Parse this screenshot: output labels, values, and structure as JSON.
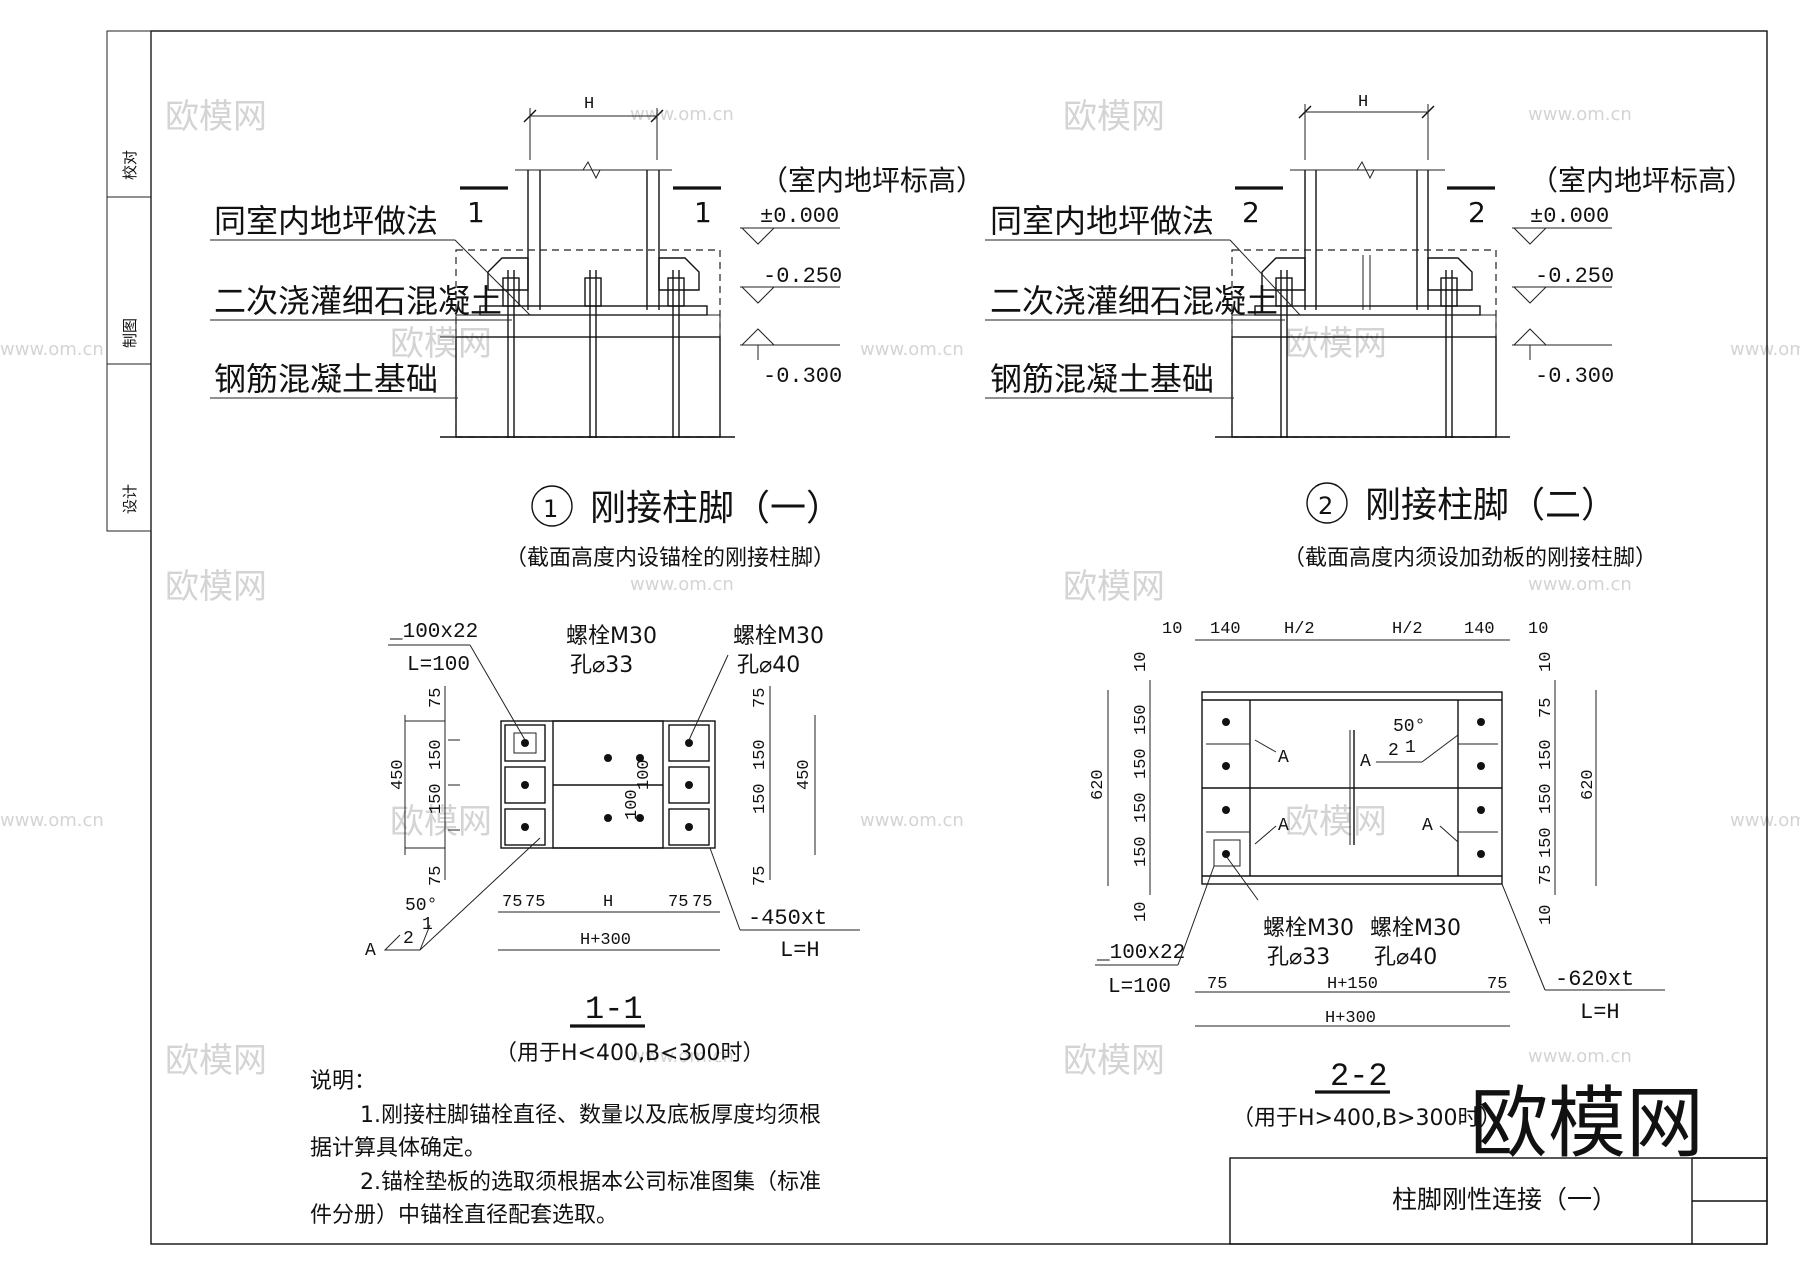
{
  "watermark": {
    "text": "欧模网",
    "url": "www.om.cn",
    "logo": "欧模网"
  },
  "side_tags": {
    "check": "校对",
    "draw": "制图",
    "design": "设计"
  },
  "title_block": {
    "title": "柱脚刚性连接（一）"
  },
  "elevation1": {
    "dim_top": "H",
    "section_mark_left": "1",
    "section_mark_right": "1",
    "floor_note": "（室内地坪标高）",
    "lev_0": "±0.000",
    "lev_250": "-0.250",
    "lev_300": "-0.300",
    "label_floor": "同室内地坪做法",
    "label_grout": "二次浇灌细石混凝土",
    "label_base": "钢筋混凝土基础",
    "num": "1",
    "title": "刚接柱脚（一）",
    "subtitle": "（截面高度内设锚栓的刚接柱脚）"
  },
  "elevation2": {
    "dim_top": "H",
    "section_mark_left": "2",
    "section_mark_right": "2",
    "floor_note": "（室内地坪标高）",
    "lev_0": "±0.000",
    "lev_250": "-0.250",
    "lev_300": "-0.300",
    "label_floor": "同室内地坪做法",
    "label_grout": "二次浇灌细石混凝土",
    "label_base": "钢筋混凝土基础",
    "num": "2",
    "title": "刚接柱脚（二）",
    "subtitle": "（截面高度内须设加劲板的刚接柱脚）"
  },
  "plan1": {
    "angle_label_1": "_100x22",
    "angle_label_2": "L=100",
    "bolt1_1": "螺栓M30",
    "bolt1_2": "孔⌀33",
    "bolt2_1": "螺栓M30",
    "bolt2_2": "孔⌀40",
    "dim_75": "75",
    "dim_150": "150",
    "dim_450": "450",
    "dim_100": "100",
    "dim_H": "H",
    "dim_H300": "H+300",
    "weld_angle": "50°",
    "weld_2": "2",
    "weld_1": "1",
    "weld_A": "A",
    "plate_1": "-450xt",
    "plate_2": "L=H",
    "section": "1-1",
    "cond": "（用于H<400,B<300时）"
  },
  "plan2": {
    "dim_10": "10",
    "dim_140": "140",
    "dim_H2": "H/2",
    "dim_150": "150",
    "dim_75": "75",
    "dim_620": "620",
    "dim_H150": "H+150",
    "dim_H300": "H+300",
    "weld_angle": "50°",
    "weld_2": "2",
    "weld_1": "1",
    "weld_A": "A",
    "angle_label_1": "_100x22",
    "angle_label_2": "L=100",
    "bolt1_1": "螺栓M30",
    "bolt1_2": "孔⌀33",
    "bolt2_1": "螺栓M30",
    "bolt2_2": "孔⌀40",
    "plate_1": "-620xt",
    "plate_2": "L=H",
    "section": "2-2",
    "cond": "（用于H>400,B>300时）"
  },
  "notes": {
    "head": "说明：",
    "n1a": "1.刚接柱脚锚栓直径、数量以及底板厚度均须根",
    "n1b": "据计算具体确定。",
    "n2a": "2.锚栓垫板的选取须根据本公司标准图集（标准",
    "n2b": "件分册）中锚栓直径配套选取。"
  }
}
